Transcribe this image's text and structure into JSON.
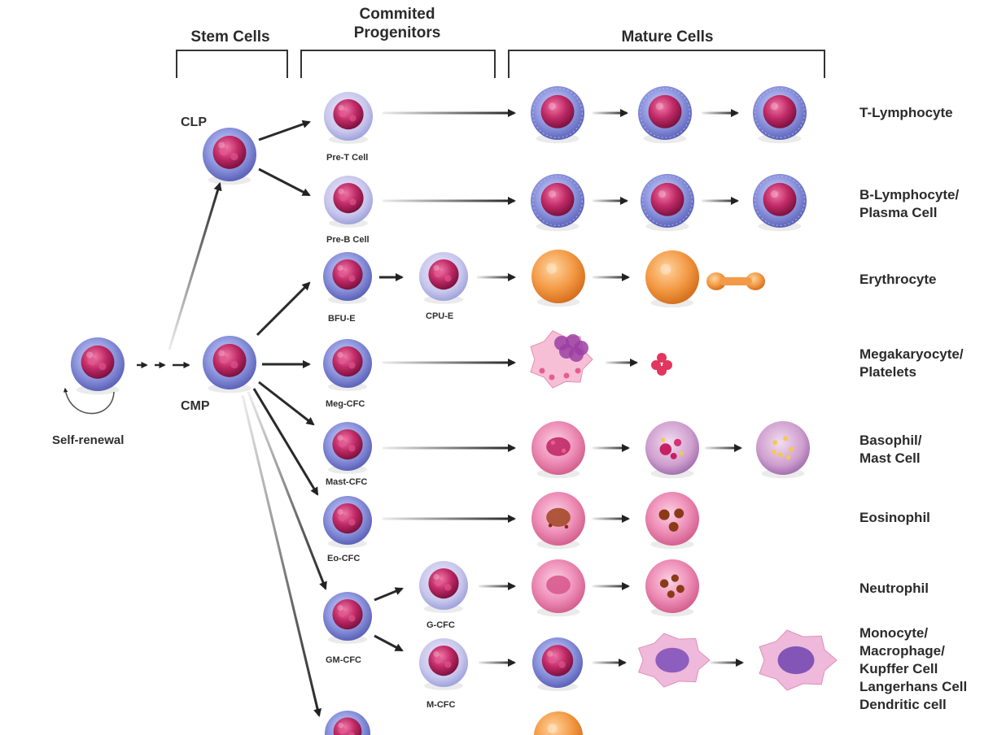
{
  "headers": {
    "stem": "Stem Cells",
    "progenitors_line1": "Commited",
    "progenitors_line2": "Progenitors",
    "mature": "Mature Cells"
  },
  "labels": {
    "clp": "CLP",
    "cmp": "CMP",
    "self_renewal": "Self-renewal",
    "pre_t": "Pre-T Cell",
    "pre_b": "Pre-B Cell",
    "bfu_e": "BFU-E",
    "cpu_e": "CPU-E",
    "meg_cfc": "Meg-CFC",
    "mast_cfc": "Mast-CFC",
    "eo_cfc": "Eo-CFC",
    "gm_cfc": "GM-CFC",
    "g_cfc": "G-CFC",
    "m_cfc": "M-CFC"
  },
  "outputs": {
    "t_lymphocyte": "T-Lymphocyte",
    "b_lymphocyte_1": "B-Lymphocyte/",
    "b_lymphocyte_2": "Plasma Cell",
    "erythrocyte": "Erythrocyte",
    "megakaryocyte_1": "Megakaryocyte/",
    "megakaryocyte_2": "Platelets",
    "basophil_1": "Basophil/",
    "basophil_2": "Mast Cell",
    "eosinophil": "Eosinophil",
    "neutrophil": "Neutrophil",
    "monocyte_1": "Monocyte/",
    "monocyte_2": "Macrophage/",
    "monocyte_3": "Kupffer Cell",
    "monocyte_4": "Langerhans Cell",
    "monocyte_5": "Dendritic cell"
  }
}
